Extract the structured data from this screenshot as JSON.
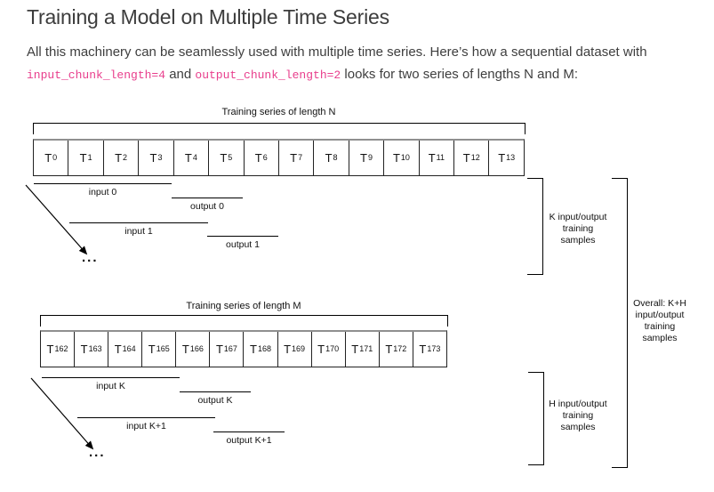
{
  "page": {
    "title": "Training a Model on Multiple Time Series",
    "intro": {
      "text1": "All this machinery can be seamlessly used with multiple time series. Here’s how a sequential dataset with ",
      "code1": "input_chunk_length=4",
      "text2": " and ",
      "code2": "output_chunk_length=2",
      "text3": " looks for two series of lengths N and M:"
    },
    "colors": {
      "code_pink": "#e83e8c",
      "body_text": "#3e3e3e",
      "diagram_line": "#000000"
    }
  },
  "diagram": {
    "cell_prefix": "T",
    "series_n": {
      "bracket_label": "Training series of length N",
      "cells": [
        "0",
        "1",
        "2",
        "3",
        "4",
        "5",
        "6",
        "7",
        "8",
        "9",
        "10",
        "11",
        "12",
        "13"
      ],
      "segments": [
        {
          "label": "input 0"
        },
        {
          "label": "output 0"
        },
        {
          "label": "input 1"
        },
        {
          "label": "output 1"
        }
      ],
      "ellipsis": "...",
      "side_label": "K input/output\ntraining\nsamples"
    },
    "series_m": {
      "bracket_label": "Training series of length M",
      "cells": [
        "162",
        "163",
        "164",
        "165",
        "166",
        "167",
        "168",
        "169",
        "170",
        "171",
        "172",
        "173"
      ],
      "segments": [
        {
          "label": "input K"
        },
        {
          "label": "output K"
        },
        {
          "label": "input K+1"
        },
        {
          "label": "output K+1"
        }
      ],
      "ellipsis": "...",
      "side_label": "H input/output\ntraining\nsamples"
    },
    "overall_label": "Overall: K+H\ninput/output\ntraining\nsamples"
  }
}
